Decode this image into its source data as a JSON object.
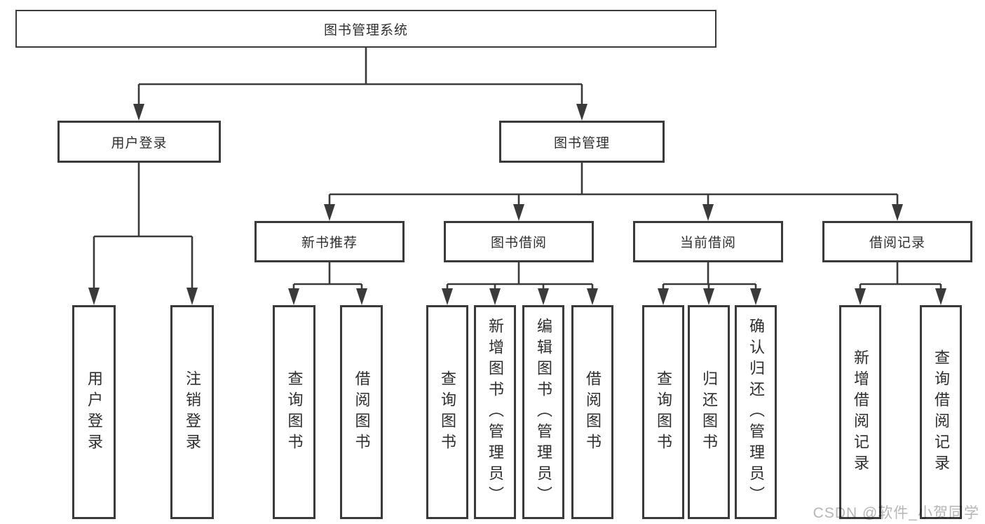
{
  "diagram": {
    "root": {
      "label": "图书管理系统"
    },
    "branches": [
      {
        "label": "用户登录",
        "children": [
          "用户登录",
          "注销登录"
        ]
      },
      {
        "label": "图书管理",
        "children": [
          {
            "label": "新书推荐",
            "children": [
              "查询图书",
              "借阅图书"
            ]
          },
          {
            "label": "图书借阅",
            "children": [
              "查询图书",
              "新增图书（管理员）",
              "编辑图书（管理员）",
              "借阅图书"
            ]
          },
          {
            "label": "当前借阅",
            "children": [
              "查询图书",
              "归还图书",
              "确认归还（管理员）"
            ]
          },
          {
            "label": "借阅记录",
            "children": [
              "新增借阅记录",
              "查询借阅记录"
            ]
          }
        ]
      }
    ]
  },
  "watermark": {
    "text": "CSDN @软件_小贺同学"
  },
  "colors": {
    "line": "#3a3a3a",
    "text": "#2e2e2e",
    "watermark": "#b6b6b6",
    "background": "#ffffff"
  }
}
